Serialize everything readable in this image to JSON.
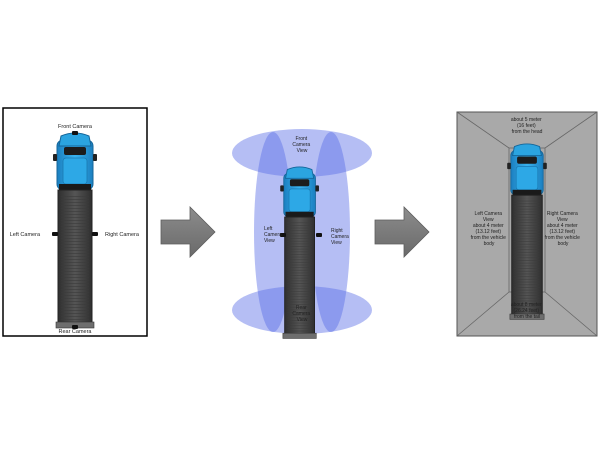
{
  "panel1": {
    "front": "Front Camera",
    "left": "Left Camera",
    "right": "Right Camera",
    "rear": "Rear Camera"
  },
  "panel2": {
    "front": [
      "Front",
      "Camera",
      "View"
    ],
    "left": [
      "Left",
      "Camera",
      "View"
    ],
    "right": [
      "Right",
      "Camera",
      "View"
    ],
    "rear": [
      "Rear",
      "Camera",
      "View"
    ]
  },
  "panel3": {
    "front": [
      "about 5 meter",
      "(16 feet)",
      "from the head"
    ],
    "left": [
      "Left Camera",
      "View",
      "about 4 meter",
      "(13.12 feet)",
      "from the vehicle",
      "body"
    ],
    "right": [
      "Right Camera",
      "View",
      "about 4 meter",
      "(13.12 feet)",
      "from the vehicle",
      "body"
    ],
    "rear": [
      "about 8 meter",
      "(26.24 feet)",
      "from the tail"
    ]
  },
  "colors": {
    "cab": "#2a9fd9",
    "cab_dark": "#1774a8",
    "trailer": "#4a4a4a",
    "trailer_dark": "#2f2f2f",
    "coverage": "#5b6ee6",
    "ground": "#a9a9a9",
    "arrow": "#7a7a7a"
  }
}
